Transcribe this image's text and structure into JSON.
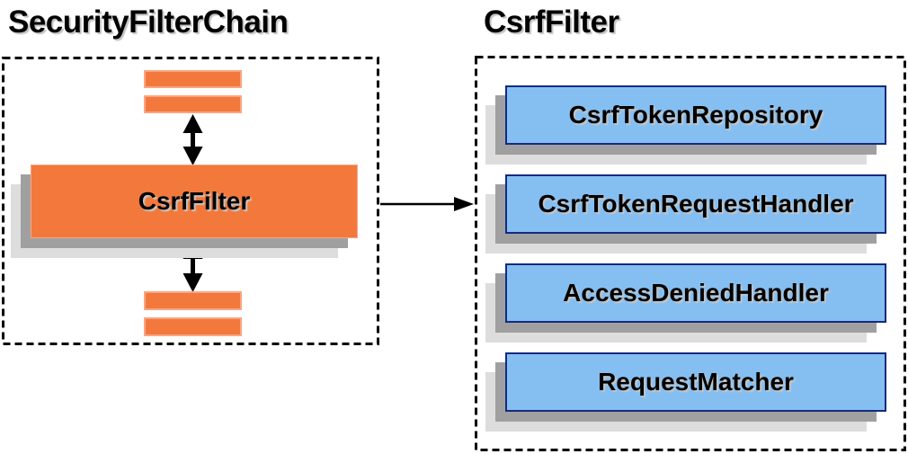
{
  "left_panel": {
    "title": "SecurityFilterChain",
    "csrf_filter_box": {
      "label": "CsrfFilter"
    }
  },
  "right_panel": {
    "title": "CsrfFilter",
    "components": [
      {
        "label": "CsrfTokenRepository"
      },
      {
        "label": "CsrfTokenRequestHandler"
      },
      {
        "label": "AccessDeniedHandler"
      },
      {
        "label": "RequestMatcher"
      }
    ]
  },
  "colors": {
    "orange": "#F2793B",
    "orange-border": "#F9A583",
    "blue": "#85BFF2",
    "blue-border": "#152A80",
    "shadow-dark": "#A0A0A0",
    "shadow-light": "#DDDDDD",
    "line": "#000000",
    "text": "#000000",
    "text-shadow": "#C4C4C4",
    "bg": "#FFFFFF"
  }
}
